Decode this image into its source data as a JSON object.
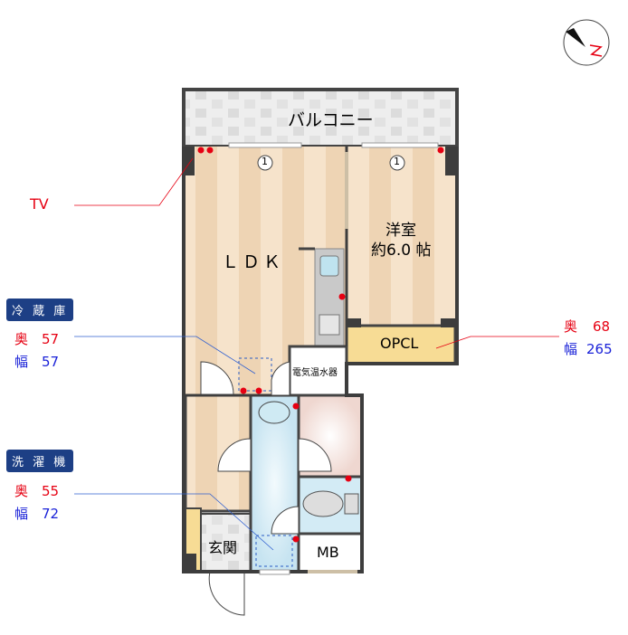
{
  "compass": {
    "label": "N"
  },
  "rooms": {
    "balcony": "バルコニー",
    "ldk": "ＬＤＫ",
    "western_room": "洋室",
    "western_room_size": "約6.0 帖",
    "opcl": "OPCL",
    "water_heater": "電気温水器",
    "entrance": "玄関",
    "mb": "MB",
    "window_mark": "1"
  },
  "annotations": {
    "tv": "TV",
    "fridge": {
      "title": "冷 蔵 庫",
      "depth_label": "奥",
      "depth": "57",
      "width_label": "幅",
      "width": "57"
    },
    "washer": {
      "title": "洗 濯 機",
      "depth_label": "奥",
      "depth": "55",
      "width_label": "幅",
      "width": "72"
    },
    "opcl": {
      "depth_label": "奥",
      "depth": "68",
      "width_label": "幅",
      "width": "265"
    }
  },
  "colors": {
    "wall": "#3d3d3d",
    "floor_a": "#f6e3cb",
    "floor_b": "#efd6b8",
    "wet": "#d3ebf5",
    "bath": "#f5e1dc",
    "opcl": "#f7dc95",
    "badge": "#1d3f85",
    "red": "#e60012",
    "blue": "#1a22d8"
  }
}
